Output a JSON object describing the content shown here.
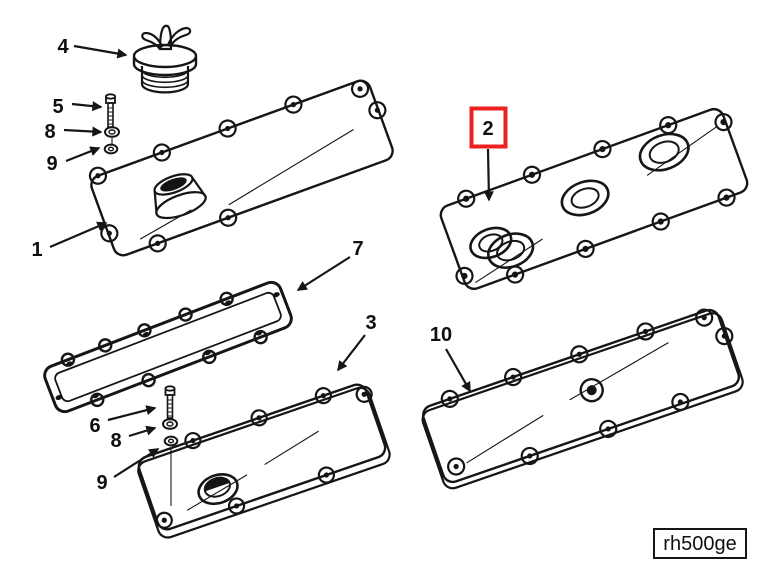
{
  "diagram": {
    "figure_code": "rh500ge",
    "background_color": "#ffffff",
    "line_color": "#161616",
    "highlight_color": "#ec2121",
    "highlighted_callout": "2"
  },
  "callouts": {
    "part1": "1",
    "part2": "2",
    "part3": "3",
    "part4": "4",
    "part5": "5",
    "part6": "6",
    "part7": "7",
    "part8_top": "8",
    "part8_bottom": "8",
    "part9_top": "9",
    "part9_bottom": "9",
    "part10": "10"
  }
}
